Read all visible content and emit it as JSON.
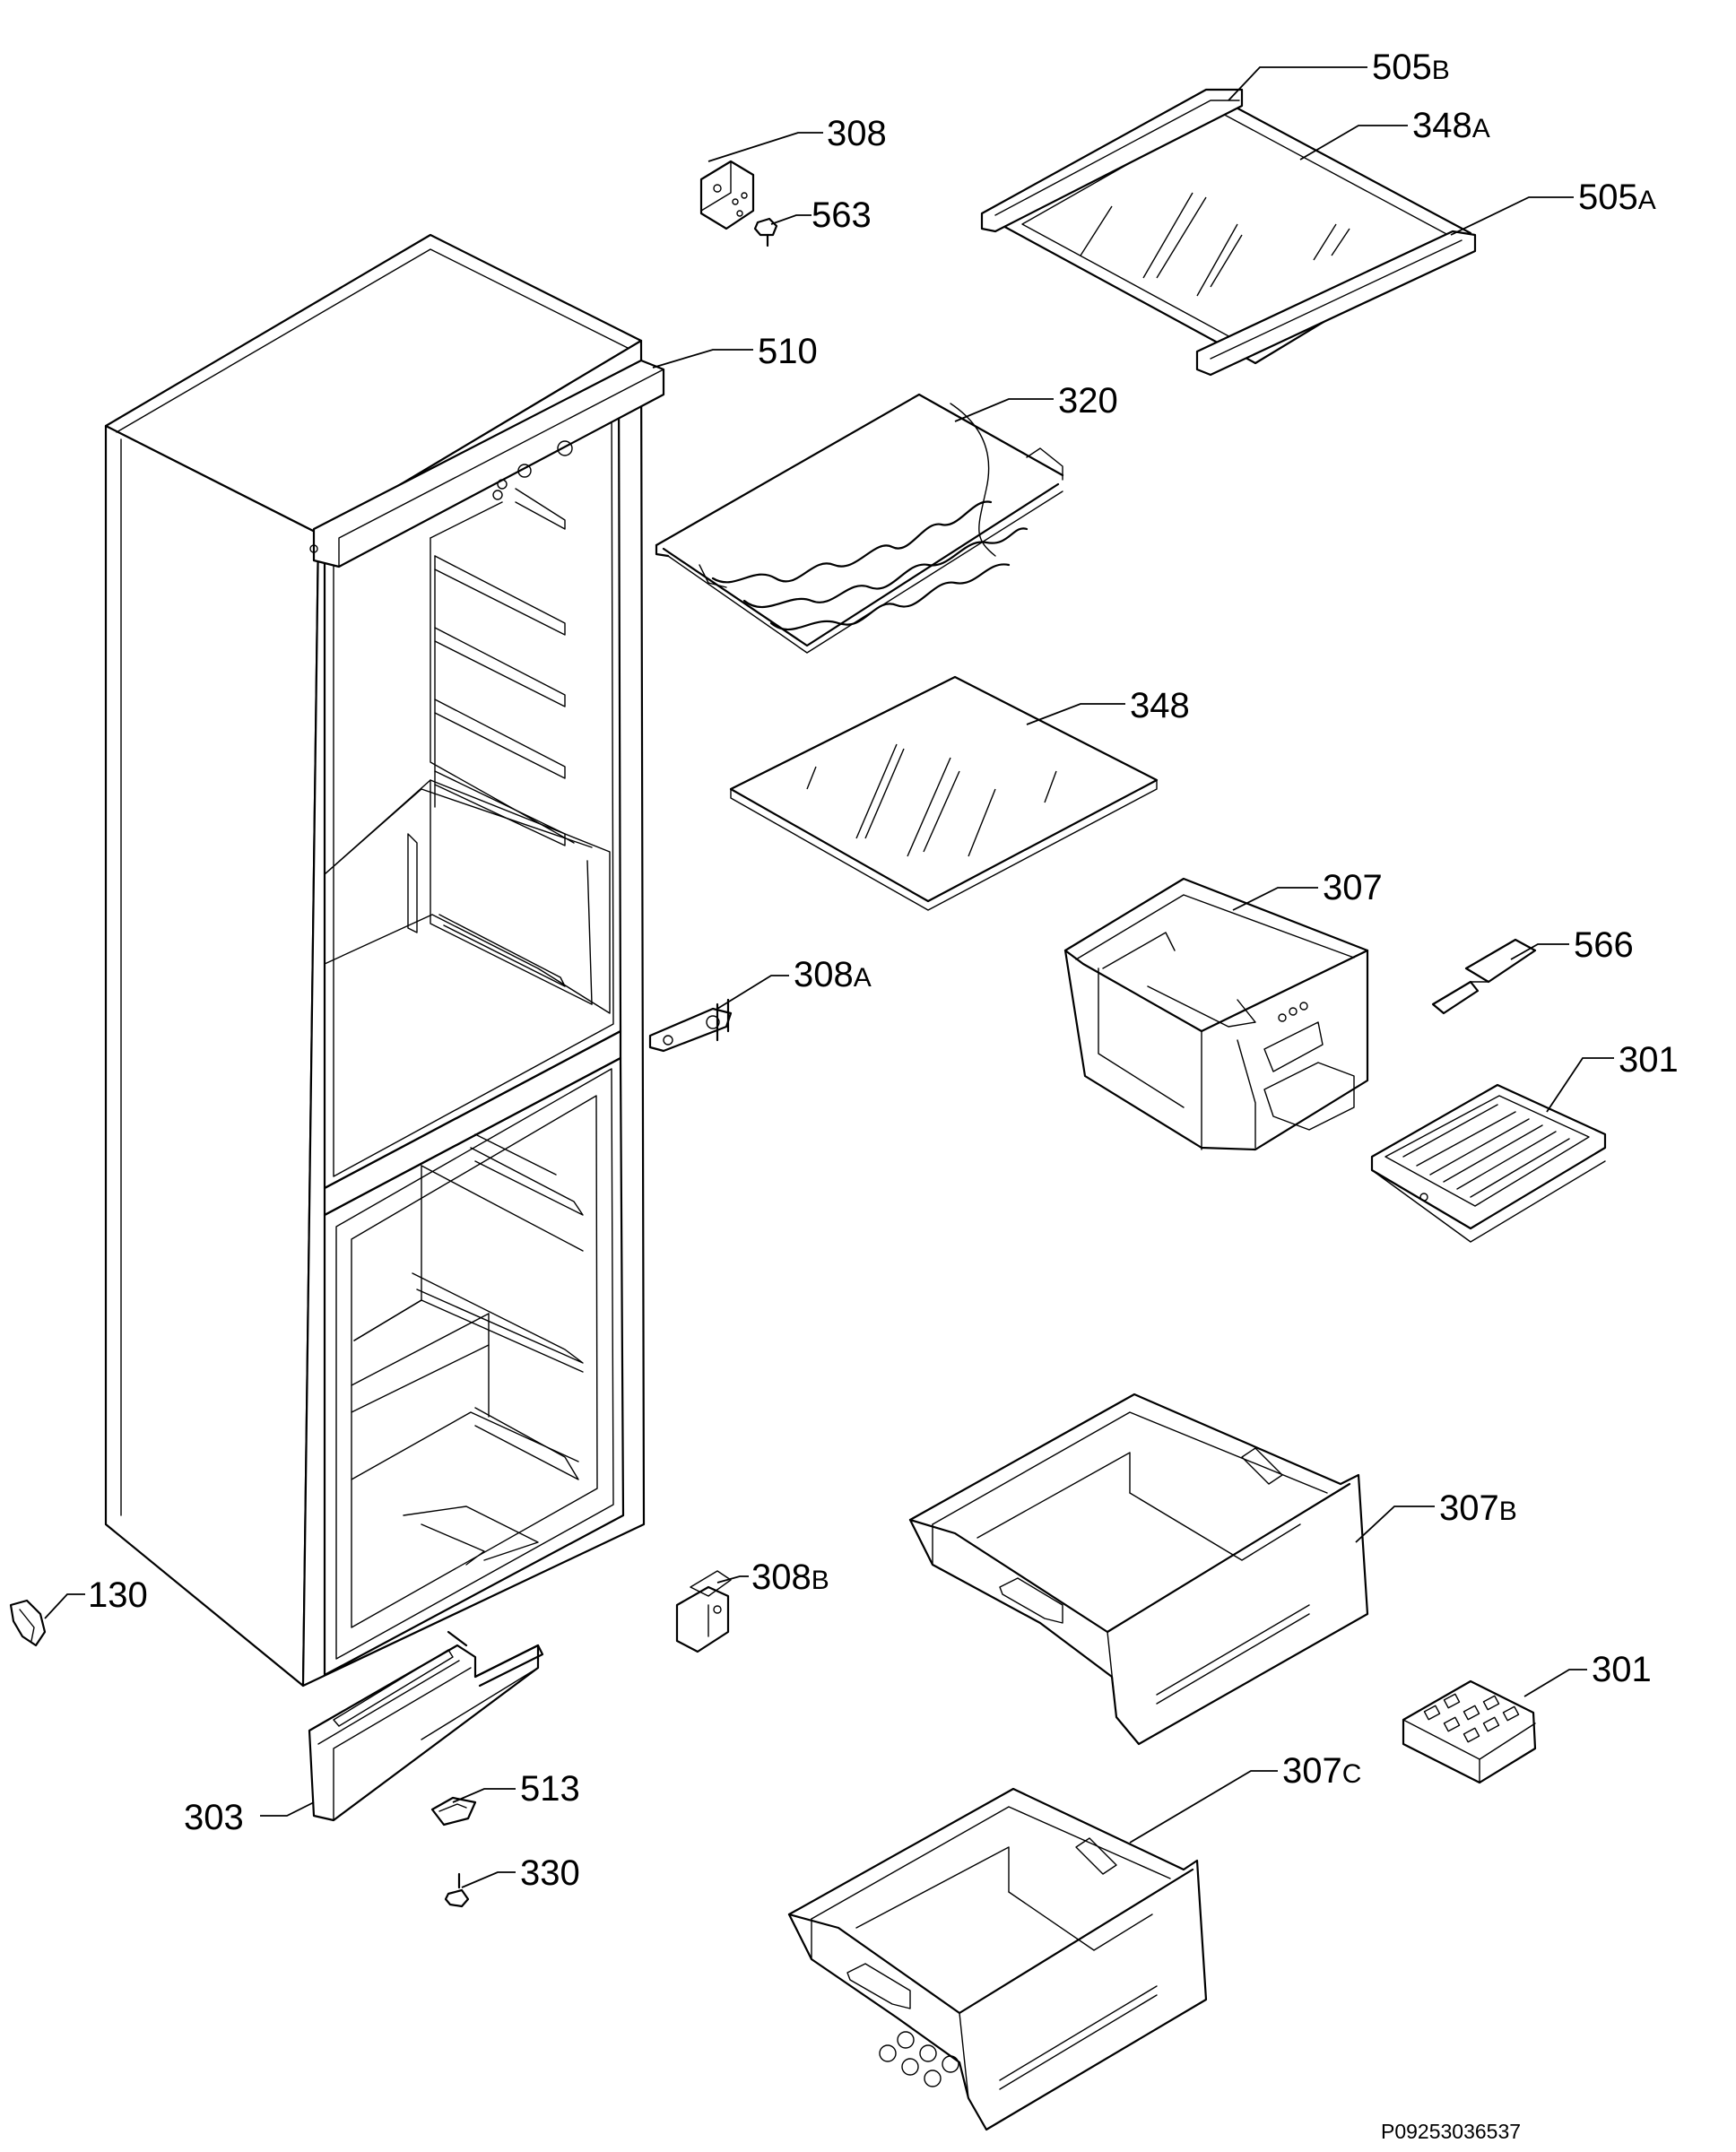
{
  "callouts": {
    "c308": "308",
    "c563": "563",
    "c505b": "505",
    "c505b_sfx": "B",
    "c348a": "348",
    "c348a_sfx": "A",
    "c505a": "505",
    "c505a_sfx": "A",
    "c510": "510",
    "c320": "320",
    "c348": "348",
    "c307": "307",
    "c566": "566",
    "c308a": "308",
    "c308a_sfx": "A",
    "c301a": "301",
    "c307b": "307",
    "c307b_sfx": "B",
    "c130": "130",
    "c308b": "308",
    "c308b_sfx": "B",
    "c301b": "301",
    "c513": "513",
    "c303": "303",
    "c307c": "307",
    "c307c_sfx": "C",
    "c330": "330"
  },
  "reference": "P09253036537"
}
